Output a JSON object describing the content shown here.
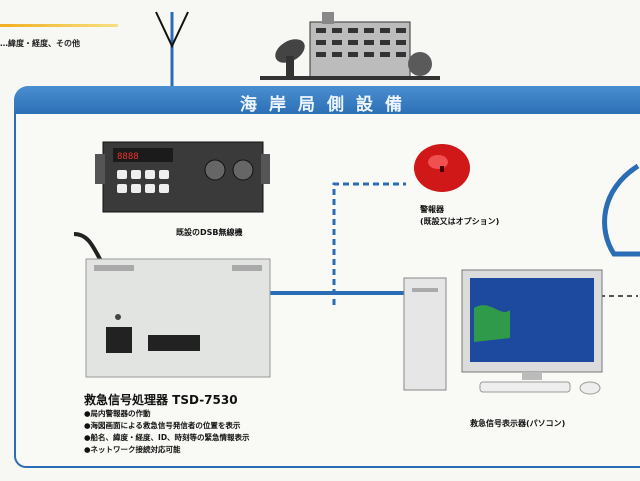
{
  "header": {
    "top_label": "…緯度・経度、その他"
  },
  "banner": {
    "title": "海岸局側設備"
  },
  "devices": {
    "dsb": "既設のDSB無線機",
    "alarm": "警報器",
    "alarm_note": "(既設又はオプション)",
    "processor_title": "救急信号処理器 TSD-7530",
    "display": "救急信号表示器(パソコン)"
  },
  "features": [
    "●局内警報器の作動",
    "●海図画面による救急信号発信者の位置を表示",
    "●船名、緯度・経度、ID、時刻等の緊急情報表示",
    "●ネットワーク接続対応可能"
  ],
  "colors": {
    "accent": "#2a6db4",
    "alarm_red": "#d01818"
  }
}
